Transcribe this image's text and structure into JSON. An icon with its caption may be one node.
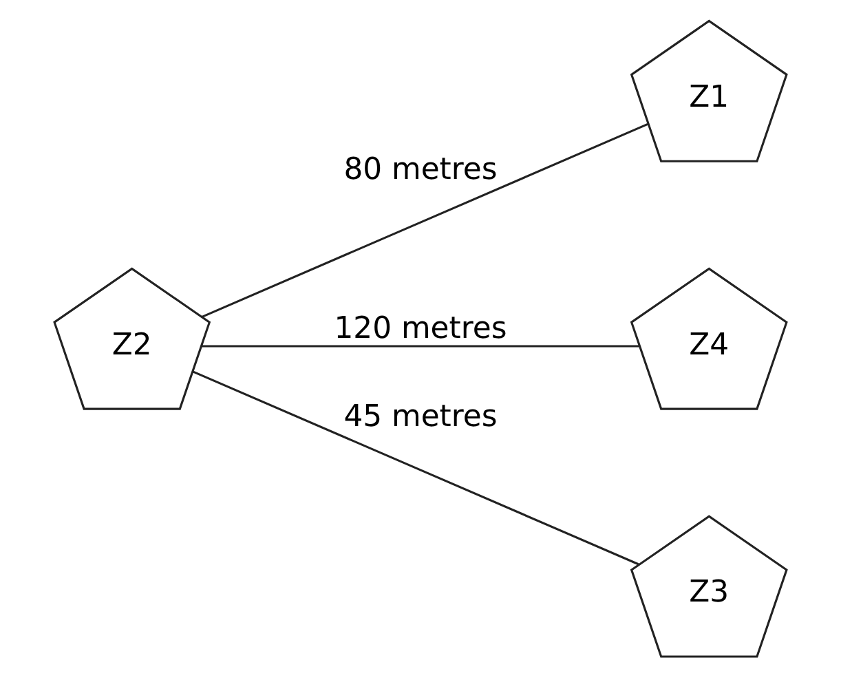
{
  "diagram": {
    "nodes": [
      {
        "text": [
          "Z1"
        ]
      },
      {
        "text": [
          "Z2"
        ]
      },
      {
        "text": [
          "Z4"
        ]
      },
      {
        "text": [
          "Z3"
        ]
      }
    ],
    "edges": [
      {
        "from": 1,
        "to": 0,
        "arrow": "none",
        "label": "80 metres"
      },
      {
        "from": 1,
        "to": 2,
        "arrow": "none",
        "label": "120 metres"
      },
      {
        "from": 1,
        "to": 3,
        "arrow": "none",
        "label": "45 metres"
      }
    ]
  }
}
